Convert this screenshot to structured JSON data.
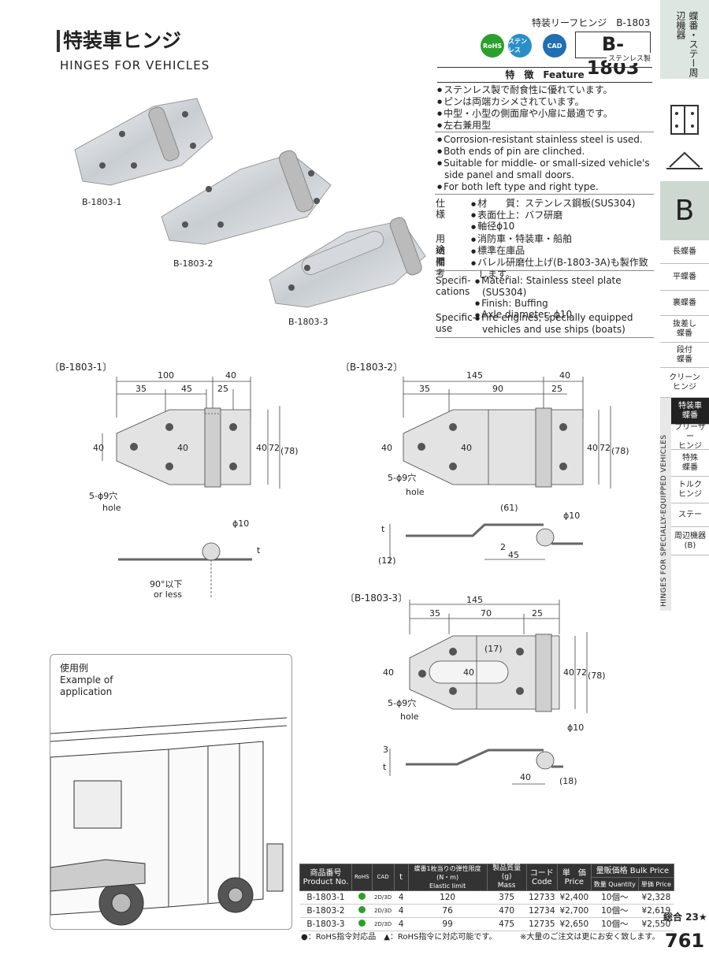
{
  "header": {
    "doc_ref": "特装リーフヒンジ　B-1803",
    "title_jp": "特装車ヒンジ",
    "title_en": "HINGES FOR VEHICLES",
    "badges": [
      "RoHS",
      "ステンレス",
      "CAD"
    ],
    "model": "B-1803",
    "model_sub": "ステンレス製"
  },
  "features": {
    "heading": "特　徴　Feature",
    "jp": [
      "ステンレス製で耐食性に優れています。",
      "ピンは両端カシメされています。",
      "中型・小型の側面扉や小扉に最適です。",
      "左右兼用型"
    ],
    "en": [
      "Corrosion-resistant stainless steel is used.",
      "Both ends of pin are clinched.",
      "Suitable for middle- or small-sized vehicle's side panel and small doors.",
      "For both left type and right type."
    ]
  },
  "specs": {
    "jp": [
      {
        "key": "仕　様",
        "values": [
          "材　　質：ステンレス鋼板(SUS304)",
          "表面仕上：バフ研磨",
          "軸径ϕ10"
        ]
      },
      {
        "key": "用　途",
        "values": [
          "消防車・特装車・船舶"
        ]
      },
      {
        "key": "納　期",
        "values": [
          "標準在庫品"
        ]
      },
      {
        "key": "備　考",
        "values": [
          "バレル研磨仕上げ(B-1803-3A)も製作致します。"
        ]
      }
    ],
    "en": [
      {
        "key": "Specifi-\ncations",
        "values": [
          "Material: Stainless steel plate (SUS304)",
          "Finish: Buffing",
          "Axle diameter: ϕ10"
        ]
      },
      {
        "key": "Specific-\nuse",
        "values": [
          "Fire engines, specially equipped vehicles and use ships (boats)"
        ]
      }
    ]
  },
  "photos": {
    "labels": [
      "B-1803-1",
      "B-1803-2",
      "B-1803-3"
    ]
  },
  "drawings": {
    "d1": {
      "label": "〔B-1803-1〕",
      "dims": [
        "100",
        "40",
        "35",
        "45",
        "25",
        "40",
        "40",
        "40",
        "72",
        "(78)",
        "5-ϕ9穴",
        "hole",
        "ϕ10",
        "t",
        "90°以下",
        "or less"
      ]
    },
    "d2": {
      "label": "〔B-1803-2〕",
      "dims": [
        "145",
        "40",
        "35",
        "90",
        "25",
        "40",
        "40",
        "40",
        "72",
        "(78)",
        "5-ϕ9穴",
        "hole",
        "(61)",
        "ϕ10",
        "t",
        "2",
        "45",
        "(12)"
      ]
    },
    "d3": {
      "label": "〔B-1803-3〕",
      "dims": [
        "145",
        "35",
        "70",
        "25",
        "(17)",
        "40",
        "40",
        "40",
        "72",
        "(78)",
        "5-ϕ9穴",
        "hole",
        "ϕ10",
        "3",
        "t",
        "40",
        "(18)"
      ]
    }
  },
  "application": {
    "title_jp": "使用例",
    "title_en": "Example of application"
  },
  "table": {
    "headers": {
      "product": "商品番号\nProduct No.",
      "rohs": "RoHS",
      "cad": "CAD",
      "t": "t",
      "elastic": "蝶番1枚当りの弾性限度(N・m)\nElastic limit",
      "mass": "製品質量(g)\nMass",
      "code": "コード\nCode",
      "price": "単　価\nPrice",
      "bulk": "量販価格 Bulk Price",
      "quantity": "数量 Quantity",
      "unit_price": "単価 Price"
    },
    "rows": [
      {
        "product": "B-1803-1",
        "cad": "2D/3D",
        "t": "4",
        "elastic": "120",
        "mass": "375",
        "code": "12733",
        "price": "¥2,400",
        "qty": "10個〜",
        "bulk": "¥2,328"
      },
      {
        "product": "B-1803-2",
        "cad": "2D/3D",
        "t": "4",
        "elastic": "76",
        "mass": "470",
        "code": "12734",
        "price": "¥2,700",
        "qty": "10個〜",
        "bulk": "¥2,619"
      },
      {
        "product": "B-1803-3",
        "cad": "2D/3D",
        "t": "4",
        "elastic": "99",
        "mass": "475",
        "code": "12735",
        "price": "¥2,650",
        "qty": "10個〜",
        "bulk": "¥2,550"
      }
    ],
    "footnote_left": "●：RoHS指令対応品　▲：RoHS指令に対応可能です。",
    "footnote_right": "※大量のご注文は更にお安く致します。"
  },
  "sidebar": {
    "top_label": "蝶番・ステー周辺機器",
    "section": "B",
    "items": [
      "長蝶番",
      "平蝶番",
      "裏蝶番",
      "抜差し\n蝶番",
      "段付\n蝶番",
      "クリーン\nヒンジ",
      "特装車\n蝶番",
      "フリーザー\nヒンジ",
      "特殊\n蝶番",
      "トルク\nヒンジ",
      "ステー",
      "周辺機器\n(B)"
    ],
    "active_index": 6,
    "vertical_text": "HINGES FOR SPECIALLY-EQUIPPED VEHICLES",
    "total": "総合 23★",
    "page": "761"
  },
  "colors": {
    "rohs": "#2ca02c",
    "stainless": "#2a8fc9",
    "cad": "#1f6fb2",
    "sidebar": "#dde6e0"
  }
}
